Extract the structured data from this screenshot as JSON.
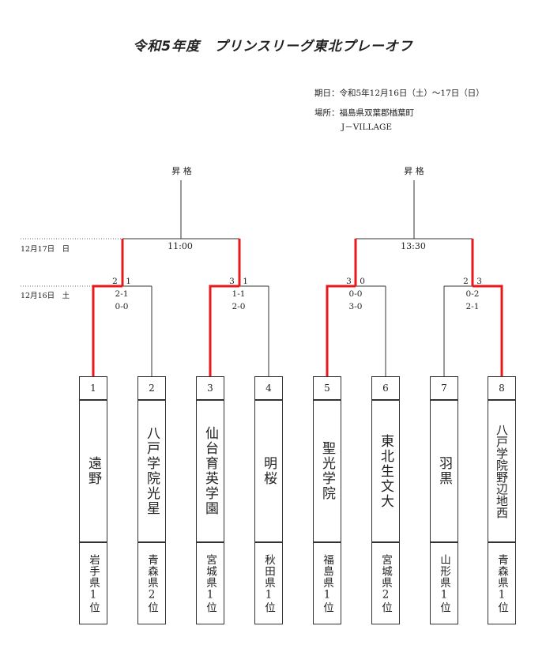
{
  "title": "令和5年度　プリンスリーグ東北プレーオフ",
  "info": {
    "period": "期日：令和5年12月16日（土）～17日（日）",
    "venue": "場所：福島県双葉郡楢葉町",
    "venue2": "J－VILLAGE"
  },
  "dates": {
    "day2": "12月17日　日",
    "day1": "12月16日　土"
  },
  "advance": {
    "left": "昇 格",
    "right": "昇 格"
  },
  "finals": {
    "left_time": "11:00",
    "right_time": "13:30"
  },
  "semis": [
    {
      "total": "2　1",
      "first": "2-1",
      "second": "0-0"
    },
    {
      "total": "3　1",
      "first": "1-1",
      "second": "2-0"
    },
    {
      "total": "3　0",
      "first": "0-0",
      "second": "3-0"
    },
    {
      "total": "2　3",
      "first": "0-2",
      "second": "2-1"
    }
  ],
  "teams": [
    {
      "seed": "1",
      "name": "遠野",
      "pref": "岩手県1位"
    },
    {
      "seed": "2",
      "name": "八戸学院光星",
      "pref": "青森県2位"
    },
    {
      "seed": "3",
      "name": "仙台育英学園",
      "pref": "宮城県1位"
    },
    {
      "seed": "4",
      "name": "明桜",
      "pref": "秋田県1位"
    },
    {
      "seed": "5",
      "name": "聖光学院",
      "pref": "福島県1位"
    },
    {
      "seed": "6",
      "name": "東北生文大",
      "pref": "宮城県2位"
    },
    {
      "seed": "7",
      "name": "羽黒",
      "pref": "山形県1位"
    },
    {
      "seed": "8",
      "name": "八戸学院野辺地西",
      "pref": "青森県1位"
    }
  ],
  "colors": {
    "winner_line": "#e8191b",
    "line": "#333333"
  }
}
